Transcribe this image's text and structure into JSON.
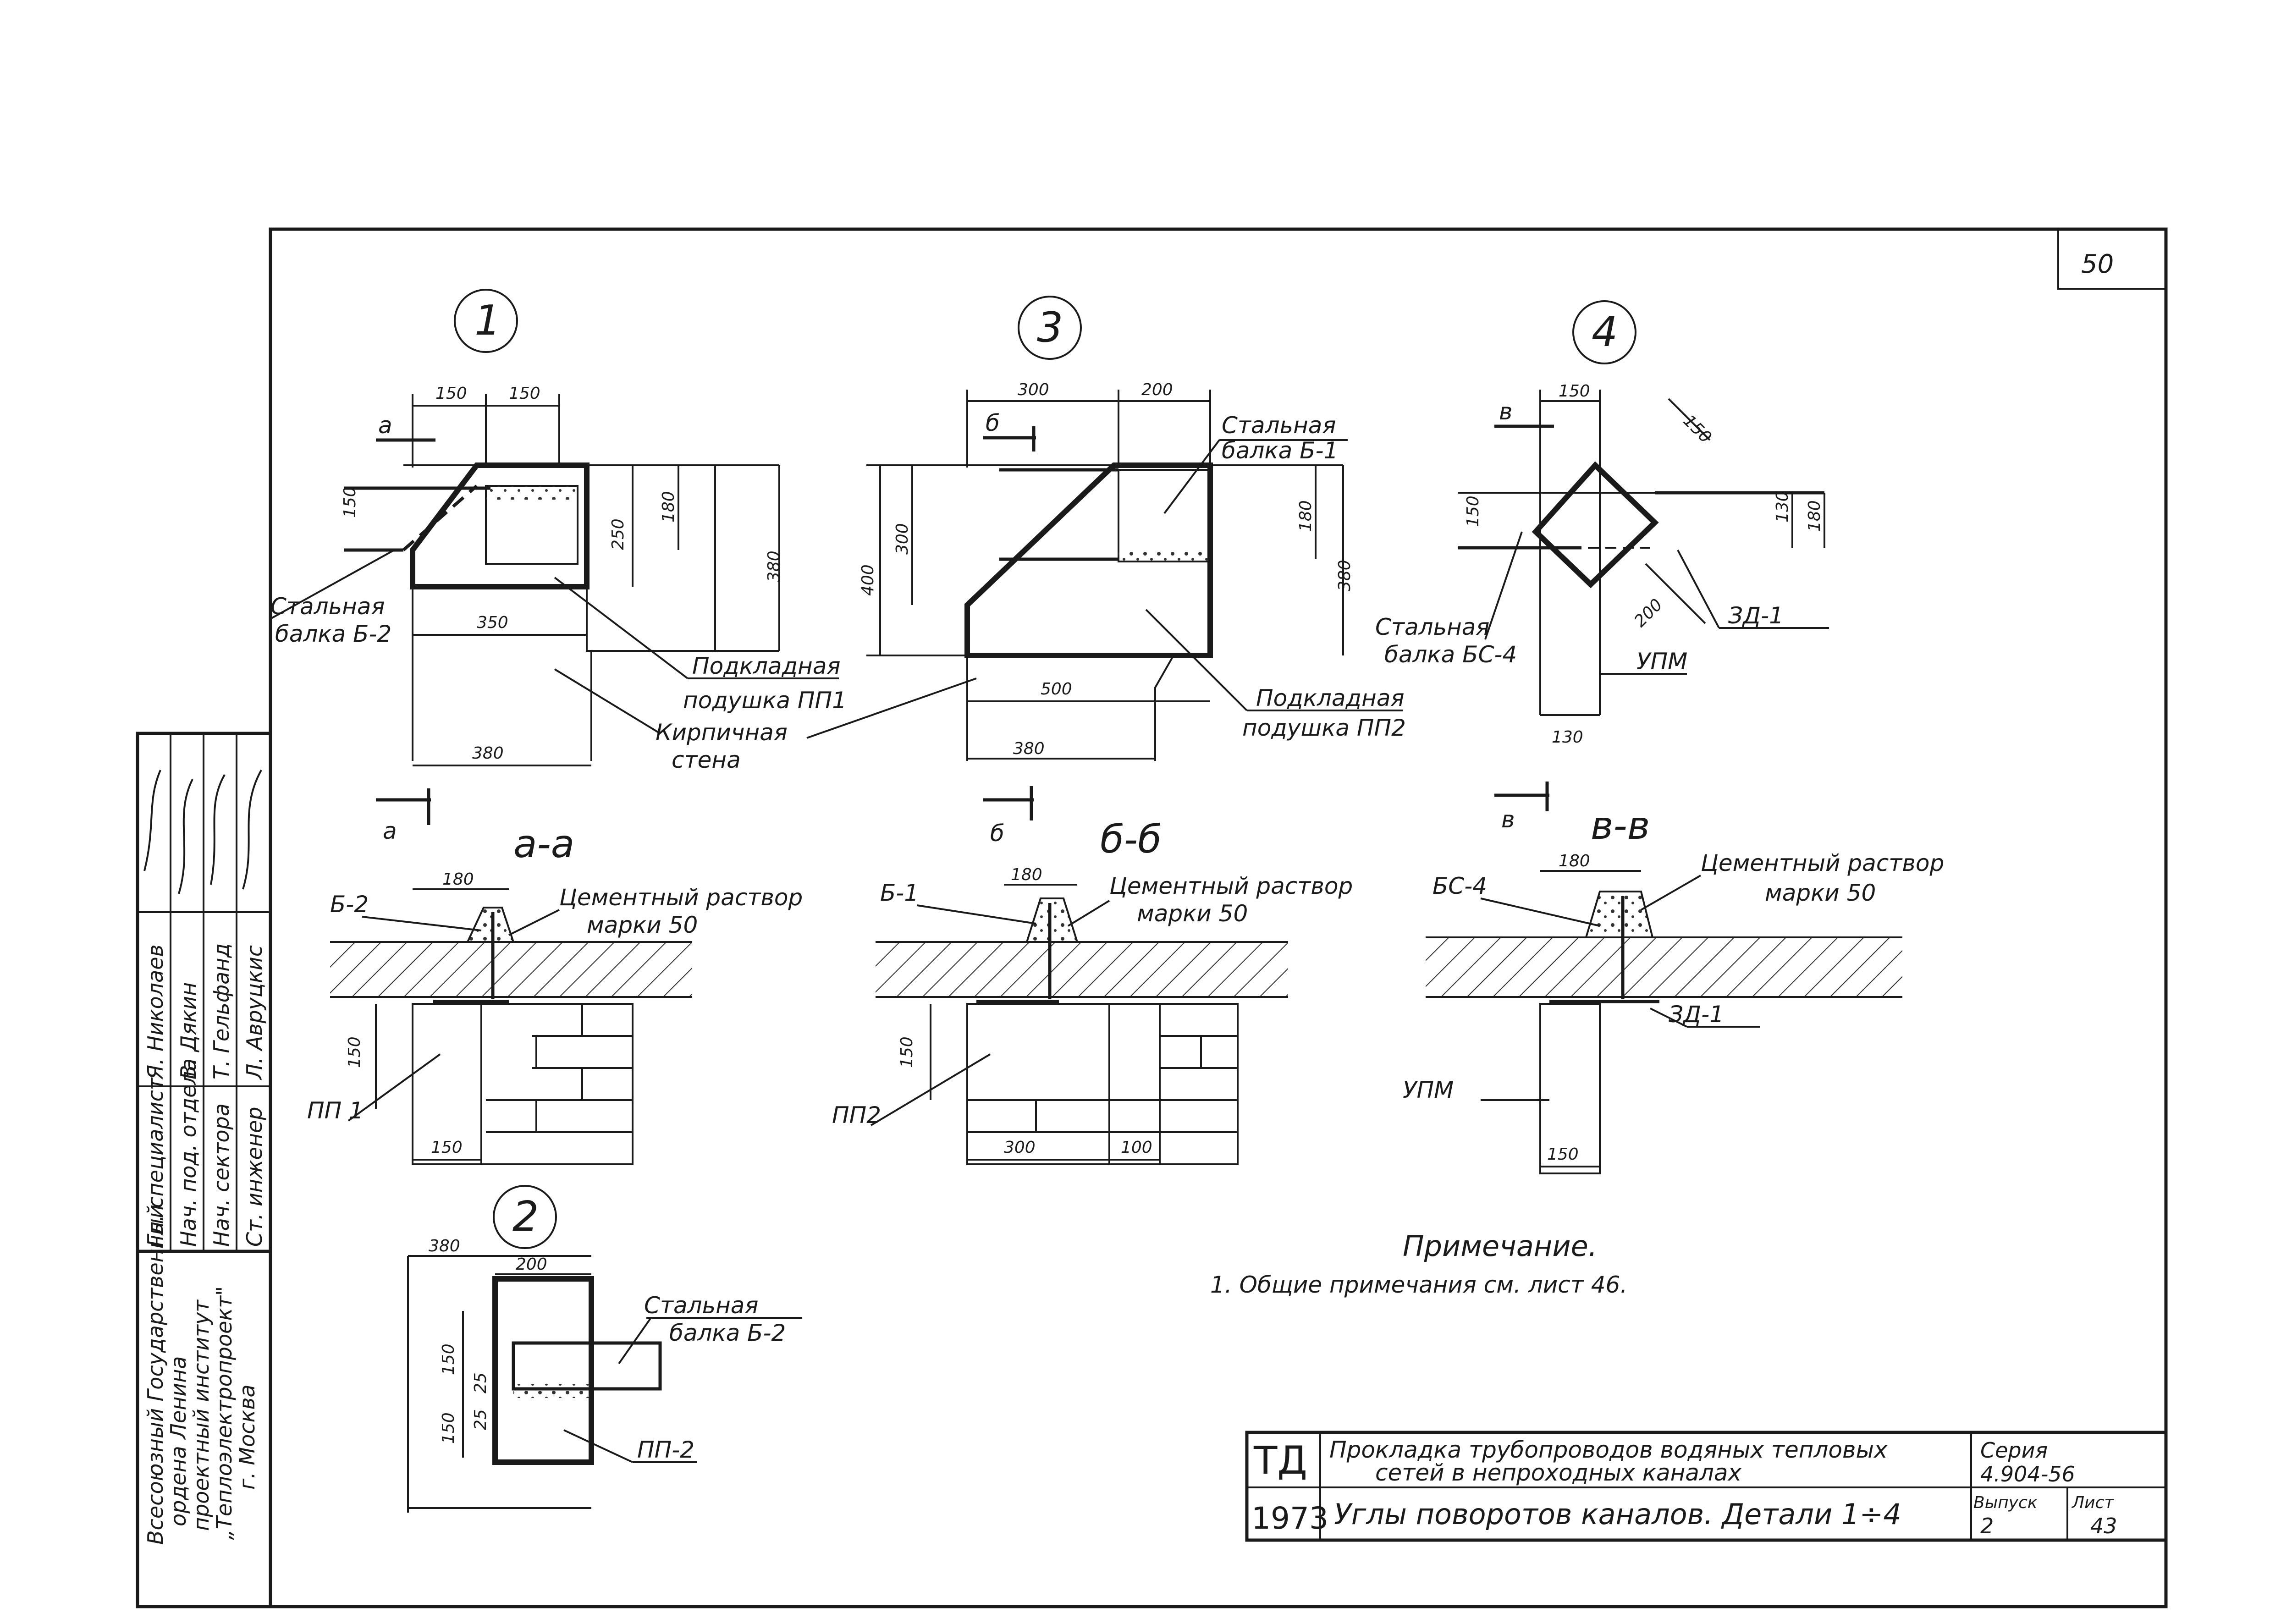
{
  "sheet_number": "50",
  "details": {
    "d1": {
      "marker": "1",
      "dims": {
        "top1": "150",
        "top2": "150",
        "left": "150",
        "h250": "250",
        "h180": "180",
        "h380": "380",
        "w350": "350",
        "w380": "380"
      },
      "section_mark": "а",
      "callouts": {
        "beam": [
          "Стальная",
          "балка Б-2"
        ],
        "pad": [
          "Подкладная",
          "подушка ПП1"
        ],
        "wall": [
          "Кирпичная",
          "стена"
        ]
      }
    },
    "d3": {
      "marker": "3",
      "dims": {
        "top1": "300",
        "top2": "200",
        "h300": "300",
        "h400": "400",
        "h180": "180",
        "h380": "380",
        "w500": "500",
        "w380": "380"
      },
      "section_mark": "б",
      "callouts": {
        "beam": [
          "Стальная",
          "балка Б-1"
        ],
        "pad": [
          "Подкладная",
          "подушка ПП2"
        ]
      }
    },
    "d4": {
      "marker": "4",
      "dims": {
        "top": "150",
        "diag1": "150",
        "left": "150",
        "h130": "130",
        "h180": "180",
        "diag2": "200",
        "w130": "130"
      },
      "section_mark": "в",
      "callouts": {
        "beam": [
          "Стальная",
          "балка БС-4"
        ],
        "plate": "ЗД-1",
        "upm": "УПМ"
      }
    },
    "d2": {
      "marker": "2",
      "dims": {
        "w380": "380",
        "w200": "200",
        "h150a": "150",
        "h150b": "150",
        "h25a": "25",
        "h25b": "25"
      },
      "callouts": {
        "beam": [
          "Стальная",
          "балка Б-2"
        ],
        "pad": "ПП-2"
      }
    }
  },
  "sections": {
    "aa": {
      "title": "а-а",
      "beam": "Б-2",
      "mortar": [
        "Цементный раствор",
        "марки 50"
      ],
      "dim_top": "180",
      "dim_h": "150",
      "dim_w": "150",
      "pad": "ПП 1"
    },
    "bb": {
      "title": "б-б",
      "beam": "Б-1",
      "mortar": [
        "Цементный раствор",
        "марки 50"
      ],
      "dim_top": "180",
      "dim_h": "150",
      "dim_w1": "300",
      "dim_w2": "100",
      "pad": "ПП2"
    },
    "vv": {
      "title": "в-в",
      "beam": "БС-4",
      "mortar": [
        "Цементный раствор",
        "марки 50"
      ],
      "dim_top": "180",
      "plate": "ЗД-1",
      "upm": "УПМ",
      "dim_w": "150"
    }
  },
  "note": {
    "title": "Примечание.",
    "items": [
      "1. Общие примечания см. лист 46."
    ]
  },
  "approvals": {
    "org": [
      "Всесоюзный Государственный",
      "ордена Ленина",
      "проектный институт",
      "„Теплоэлектропроект\"",
      "г. Москва"
    ],
    "positions": [
      "Гл. специалист",
      "Нач. под. отдела",
      "Нач. сектора",
      "Ст. инженер"
    ],
    "names": [
      "Я. Николаев",
      "В. Дякин",
      "Т. Гельфанд",
      "Л. Авруцкис"
    ]
  },
  "title_block": {
    "code": "ТД",
    "year": "1973",
    "title_line1": "Прокладка трубопроводов водяных тепловых",
    "title_line2": "сетей в непроходных каналах",
    "subtitle": "Углы поворотов каналов. Детали 1÷4",
    "series_label": "Серия",
    "series_value": "4.904-56",
    "issue_label": "Выпуск",
    "issue_value": "2",
    "sheet_label": "Лист",
    "sheet_value": "43"
  }
}
